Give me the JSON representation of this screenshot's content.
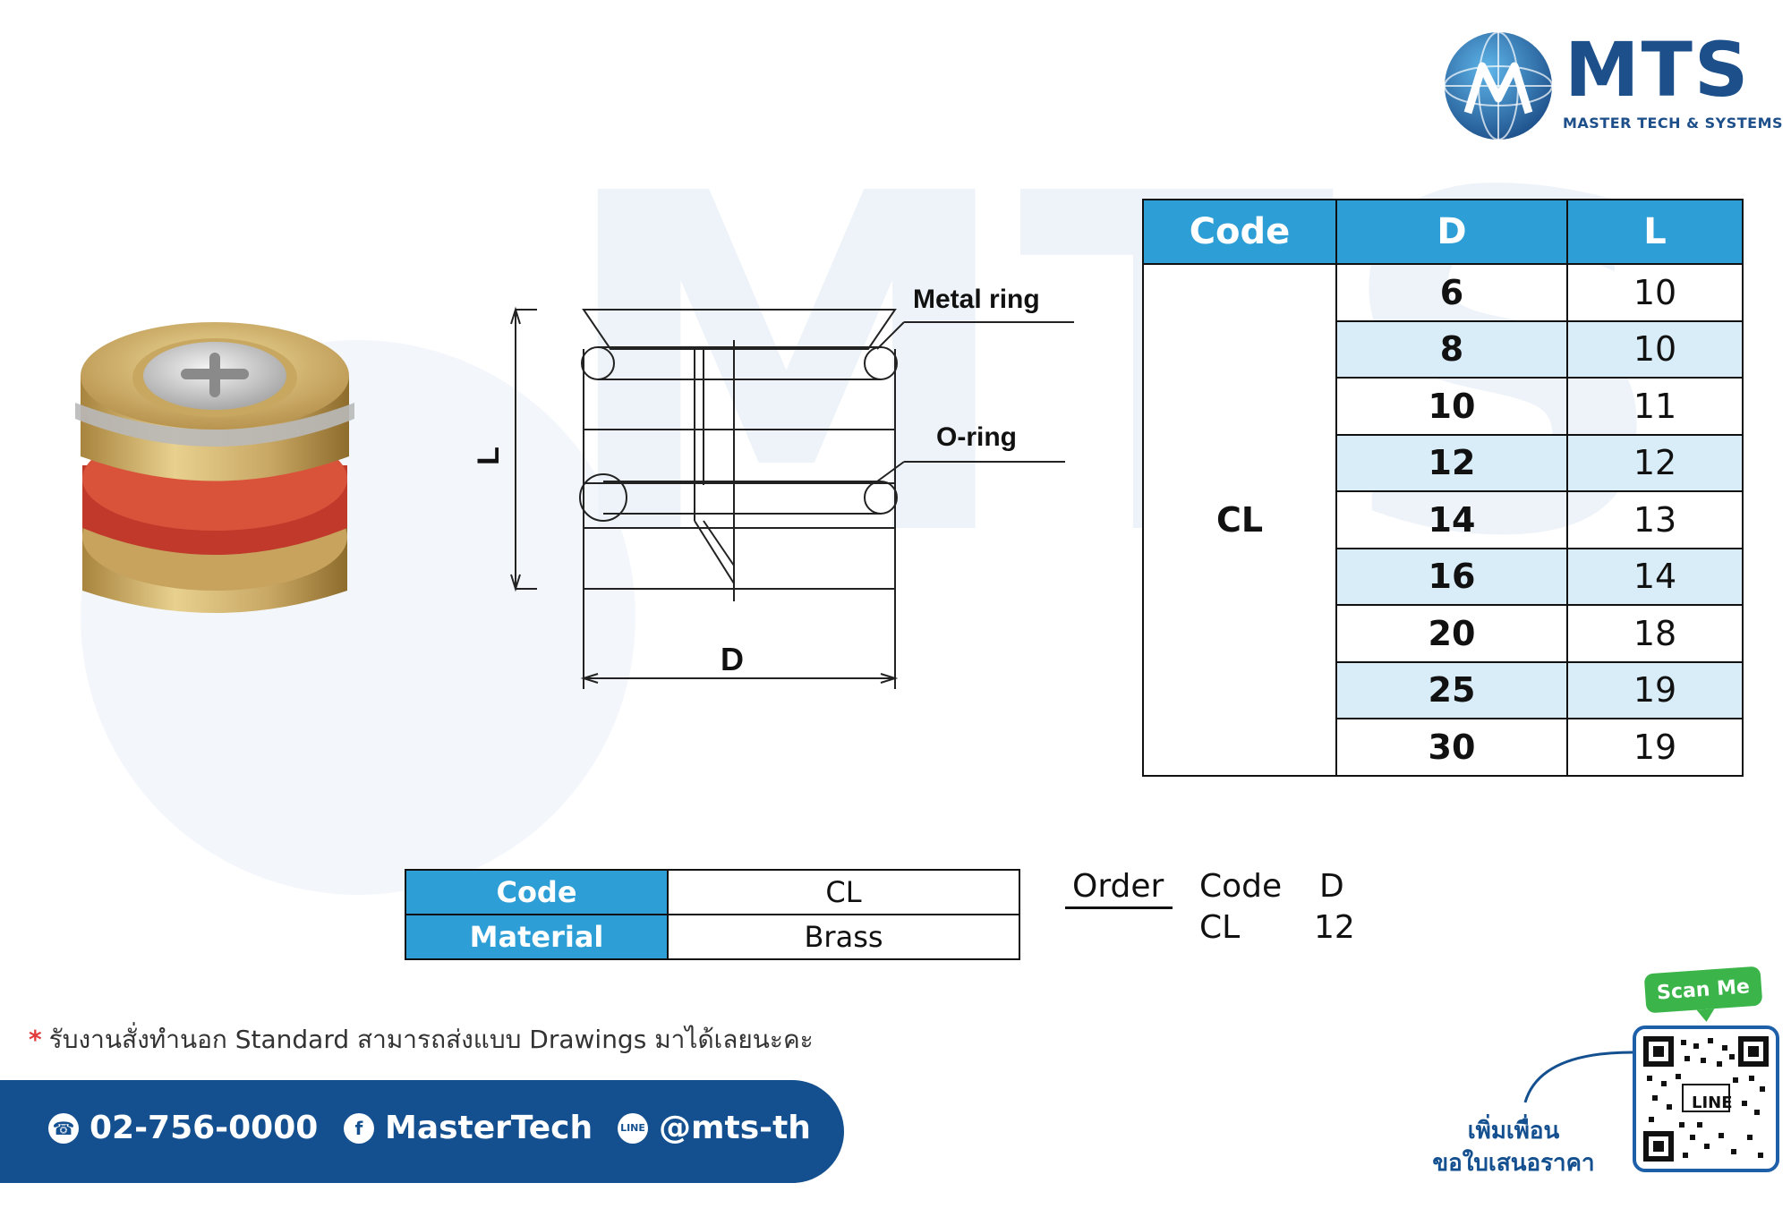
{
  "brand": {
    "name": "MTS",
    "tagline": "MASTER TECH & SYSTEMS",
    "colors": {
      "primary": "#14508f",
      "accent": "#2e9fd6",
      "alt_row": "#d9edf8"
    }
  },
  "drawing": {
    "label_metal_ring": "Metal ring",
    "label_o_ring": "O-ring",
    "label_L": "L",
    "label_D": "D"
  },
  "spec_table": {
    "headers": [
      "Code",
      "D",
      "L"
    ],
    "code": "CL",
    "rows": [
      {
        "d": "6",
        "l": "10"
      },
      {
        "d": "8",
        "l": "10"
      },
      {
        "d": "10",
        "l": "11"
      },
      {
        "d": "12",
        "l": "12"
      },
      {
        "d": "14",
        "l": "13"
      },
      {
        "d": "16",
        "l": "14"
      },
      {
        "d": "20",
        "l": "18"
      },
      {
        "d": "25",
        "l": "19"
      },
      {
        "d": "30",
        "l": "19"
      }
    ]
  },
  "material_table": {
    "code_label": "Code",
    "code_value": "CL",
    "material_label": "Material",
    "material_value": "Brass"
  },
  "order": {
    "label": "Order",
    "header_code": "Code",
    "header_d": "D",
    "example_code": "CL",
    "example_d": "12"
  },
  "note": "รับงานสั่งทำนอก Standard สามารถส่งแบบ Drawings มาได้เลยนะคะ",
  "contacts": {
    "phone": "02-756-0000",
    "facebook": "MasterTech",
    "line": "@mts-th"
  },
  "qr": {
    "scan_label": "Scan Me",
    "line_label": "LINE",
    "add_friend": "เพิ่มเพื่อน",
    "request_quote": "ขอใบเสนอราคา"
  }
}
